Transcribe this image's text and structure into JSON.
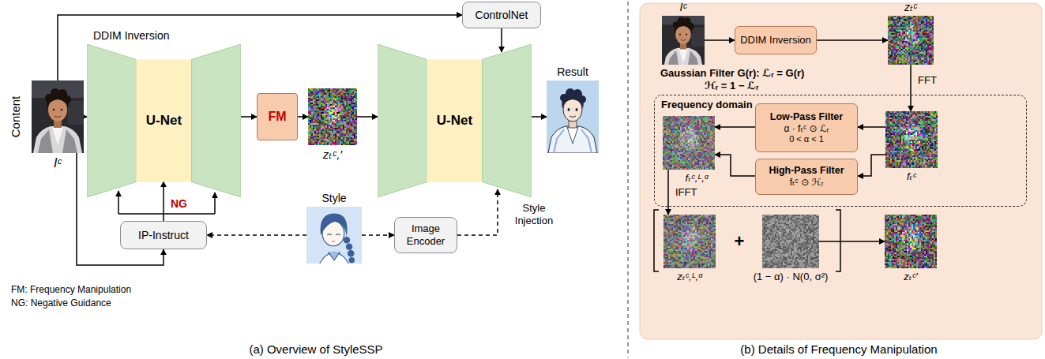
{
  "diagram": {
    "nodes": [
      {
        "text": [
          "Iᶜ"
        ]
      },
      {
        "text": [
          "DDIM Inversion",
          "U-Net"
        ]
      },
      {
        "text": [
          "FM"
        ]
      },
      {
        "text": [
          "zₜᶜ,′"
        ]
      },
      {
        "text": [
          "ControlNet"
        ]
      },
      {
        "text": [
          "U-Net"
        ]
      },
      {
        "text": [
          "Result"
        ]
      },
      {
        "text": [
          "IP-Instruct"
        ]
      },
      {
        "text": [
          "Style"
        ]
      },
      {
        "text": [
          "Image Encoder"
        ]
      },
      {
        "text": [
          "Iᶜ"
        ]
      },
      {
        "text": [
          "DDIM Inversion"
        ]
      },
      {
        "text": [
          "zₜᶜ"
        ]
      },
      {
        "text": [
          "Frequency domain"
        ]
      },
      {
        "text": [
          "fₜᶜ,ᴸ,ᵅ"
        ],
        "in": 13
      },
      {
        "text": [
          "Low-Pass Filter",
          "α · fₜᶜ ⊙ ℒᵣ",
          "0 < α < 1"
        ],
        "in": 13
      },
      {
        "text": [
          "High-Pass Filter",
          "fₜᶜ ⊙ ℋᵣ"
        ],
        "in": 13
      },
      {
        "text": [
          "fₜᶜ"
        ],
        "in": 13
      },
      {
        "text": [
          "zₜᶜ,ᴸ,ᵅ"
        ]
      },
      {
        "text": [
          "(1 − α) · N(0, σ²)"
        ]
      },
      {
        "text": [
          "zₜᶜ′"
        ]
      }
    ],
    "edges": [
      {
        "from": 0,
        "to": 1,
        "arrow": "to"
      },
      {
        "from": 1,
        "to": 2,
        "arrow": "to"
      },
      {
        "from": 2,
        "to": 3,
        "arrow": "to"
      },
      {
        "from": 3,
        "to": 5,
        "arrow": "to"
      },
      {
        "from": 5,
        "to": 6,
        "arrow": "to"
      },
      {
        "from": 0,
        "to": 4,
        "arrow": "to"
      },
      {
        "from": 4,
        "to": 5,
        "arrow": "to"
      },
      {
        "from": 0,
        "to": 7,
        "arrow": "to"
      },
      {
        "from": 8,
        "to": 7,
        "arrow": "to"
      },
      {
        "from": 7,
        "to": 1,
        "label": "NG",
        "arrow": "to"
      },
      {
        "from": 8,
        "to": 9,
        "arrow": "to"
      },
      {
        "from": 9,
        "to": 5,
        "label": "Style Injection",
        "arrow": "to"
      },
      {
        "from": 10,
        "to": 11,
        "arrow": "to"
      },
      {
        "from": 11,
        "to": 12,
        "arrow": "to"
      },
      {
        "from": 12,
        "to": 17,
        "label": "FFT",
        "arrow": "to"
      },
      {
        "from": 17,
        "to": 15,
        "arrow": "to"
      },
      {
        "from": 17,
        "to": 16,
        "arrow": "to"
      },
      {
        "from": 15,
        "to": 14,
        "arrow": "to"
      },
      {
        "from": 16,
        "to": 14,
        "arrow": "to"
      },
      {
        "from": 14,
        "to": 18,
        "label": "IFFT",
        "arrow": "to"
      },
      {
        "from": 19,
        "to": 20,
        "arrow": "to"
      }
    ],
    "labels": [
      "Content",
      "FM: Frequency Manipulation",
      "NG: Negative Guidance",
      "(a) Overview of StyleSSP",
      "Gaussian Filter G(r): ℒᵣ = G(r)",
      "ℋᵣ = 1 − ℒᵣ",
      "+",
      "(b) Details of Frequency Manipulation"
    ]
  }
}
